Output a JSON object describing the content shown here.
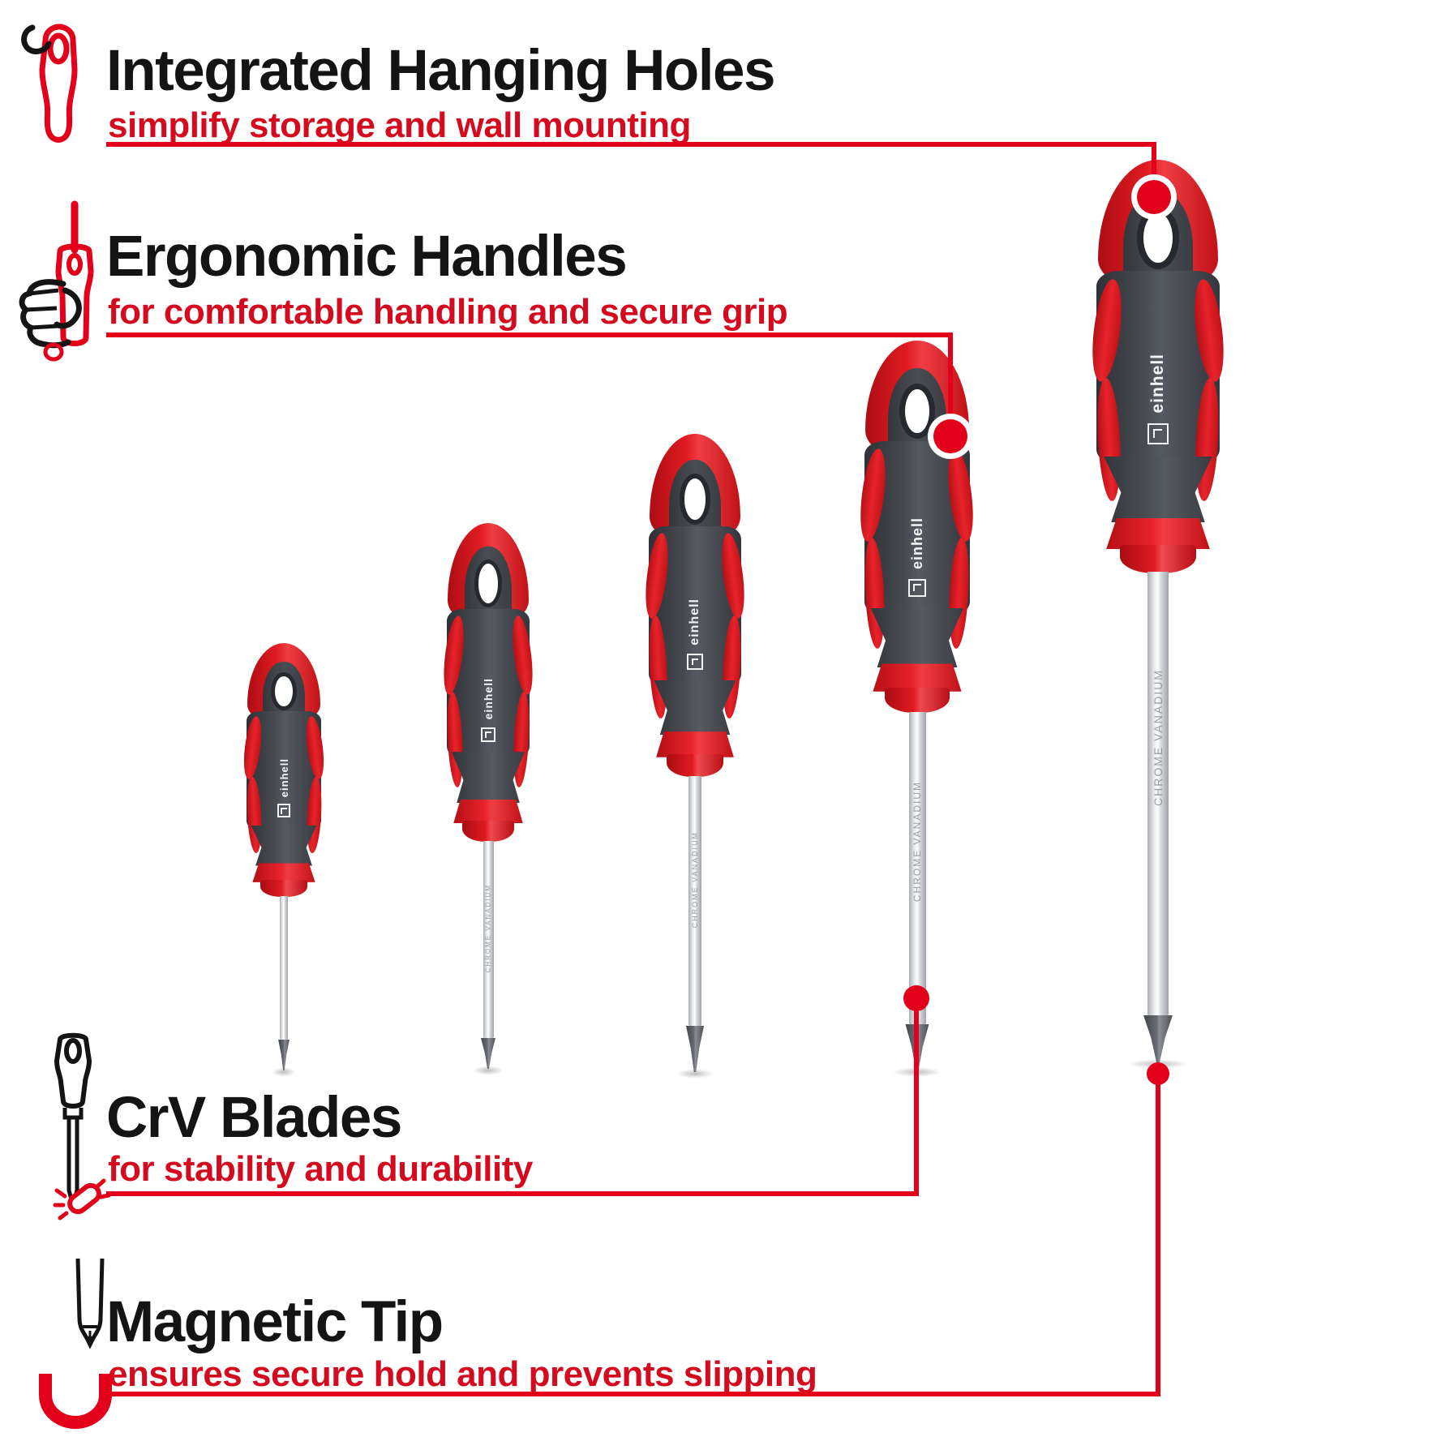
{
  "accent": {
    "line_red": "#e2001a",
    "subtitle_red": "#d40b1f",
    "title_color": "#141414",
    "handle_red": "#e01b22",
    "handle_gray": "#474b51"
  },
  "features": [
    {
      "id": "hanging-holes",
      "icon": "hanging-hole-icon",
      "title": "Integrated Hanging Holes",
      "subtitle": "simplify storage and wall mounting"
    },
    {
      "id": "ergonomic-handles",
      "icon": "hand-grip-icon",
      "title": "Ergonomic Handles",
      "subtitle": "for comfortable handling and secure grip"
    },
    {
      "id": "crv-blades",
      "icon": "blade-burst-icon",
      "title": "CrV Blades",
      "subtitle": "for stability and durability"
    },
    {
      "id": "magnetic-tip",
      "icon": "magnet-icon",
      "title": "Magnetic Tip",
      "subtitle": "ensures secure hold and prevents slipping"
    }
  ],
  "product": {
    "brand": "einhell",
    "blade_text": "CHROME VANADIUM",
    "screwdriver_count": 5
  }
}
